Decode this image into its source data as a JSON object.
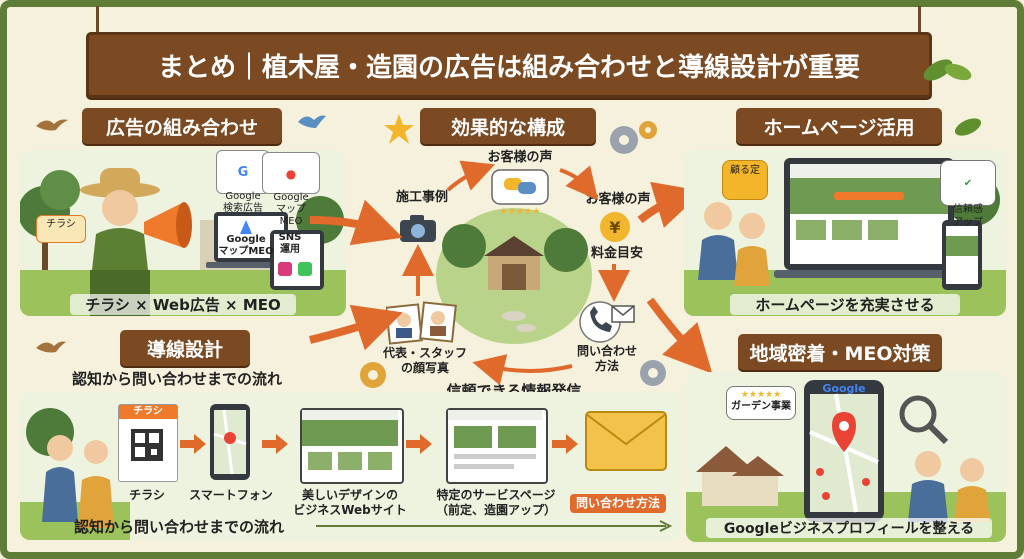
{
  "title": "まとめ｜植木屋・造園の広告は組み合わせと導線設計が重要",
  "sections": {
    "ads": {
      "heading": "広告の組み合わせ",
      "tags": {
        "google_ads": "Google\n検索広告",
        "google_map_meo": "Google\nマップMEO",
        "laptop_meo": "Google\nマップMEO",
        "sns": "SNS\n運用",
        "flyer": "チラシ"
      },
      "caption": "チラシ × Web広告 × MEO"
    },
    "structure": {
      "heading": "効果的な構成",
      "items": {
        "cases": "施工事例",
        "voice1": "お客様の声",
        "voice2": "お客様の声",
        "price": "料金目安",
        "contact": "問い合わせ\n方法",
        "staff": "代表・スタッフ\nの顔写真"
      },
      "caption": "信頼できる情報発信"
    },
    "homepage": {
      "heading": "ホームページ活用",
      "bubble_left": "顧る定",
      "bubble_right": "信頼感\nアップ",
      "caption": "ホームページを充実させる"
    },
    "flow": {
      "heading": "導線設計",
      "subtitle": "認知から問い合わせまでの流れ",
      "steps": [
        {
          "label": "チラシ",
          "tag": "チラシ"
        },
        {
          "label": "スマートフォン"
        },
        {
          "label": "美しいデザインの\nビジネスWebサイト"
        },
        {
          "label": "特定のサービスページ\n（前定、造園アップ）"
        },
        {
          "label": "問い合わせ方法"
        }
      ],
      "footer": "認知から問い合わせまでの流れ"
    },
    "meo": {
      "heading": "地域密着・MEO対策",
      "bubble": "ガーデン事業",
      "phone_brand": "Google",
      "caption": "Googleビジネスプロフィールを整える"
    }
  },
  "colors": {
    "frame": "#5f7d36",
    "sign": "#7b4a22",
    "arrow": "#e06a2c",
    "cream": "#f6f1dc"
  }
}
